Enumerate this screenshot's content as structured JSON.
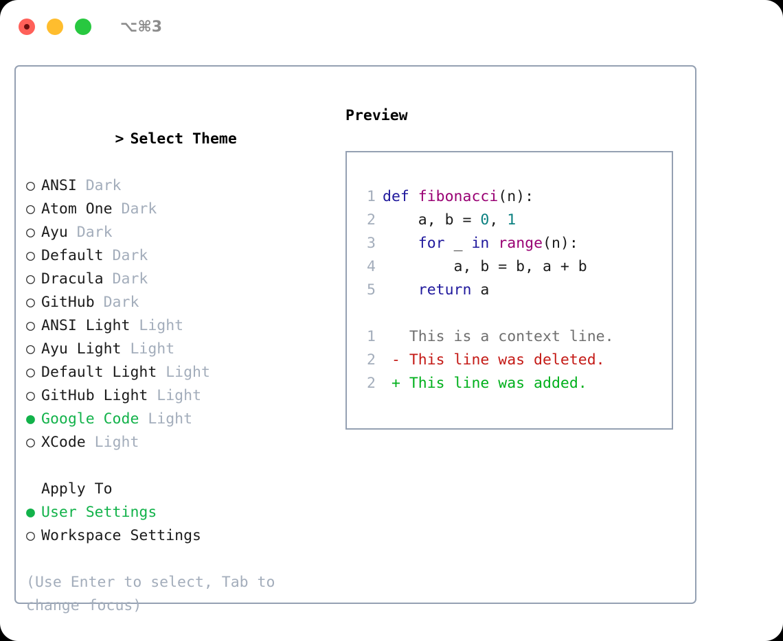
{
  "window": {
    "shortcut_label": "⌥⌘3",
    "traffic_lights": [
      {
        "name": "close",
        "color": "#ff6059"
      },
      {
        "name": "minimize",
        "color": "#ffbd2e"
      },
      {
        "name": "maximize",
        "color": "#28c840"
      }
    ]
  },
  "theme_picker": {
    "heading_prompt": ">",
    "heading": "Select Theme",
    "marker_selected": "●",
    "marker_unselected": "○",
    "accent_color": "#12b24a",
    "muted_color": "#a3adbb",
    "items": [
      {
        "name": "ANSI",
        "variant": "Dark",
        "selected": false
      },
      {
        "name": "Atom One",
        "variant": "Dark",
        "selected": false
      },
      {
        "name": "Ayu",
        "variant": "Dark",
        "selected": false
      },
      {
        "name": "Default",
        "variant": "Dark",
        "selected": false
      },
      {
        "name": "Dracula",
        "variant": "Dark",
        "selected": false
      },
      {
        "name": "GitHub",
        "variant": "Dark",
        "selected": false
      },
      {
        "name": "ANSI Light",
        "variant": "Light",
        "selected": false
      },
      {
        "name": "Ayu Light",
        "variant": "Light",
        "selected": false
      },
      {
        "name": "Default Light",
        "variant": "Light",
        "selected": false
      },
      {
        "name": "GitHub Light",
        "variant": "Light",
        "selected": false
      },
      {
        "name": "Google Code",
        "variant": "Light",
        "selected": true
      },
      {
        "name": "XCode",
        "variant": "Light",
        "selected": false
      }
    ]
  },
  "apply_to": {
    "label": "Apply To",
    "options": [
      {
        "name": "User Settings",
        "selected": true
      },
      {
        "name": "Workspace Settings",
        "selected": false
      }
    ]
  },
  "hint": {
    "text": "(Use Enter to select, Tab to change focus)"
  },
  "preview": {
    "title": "Preview",
    "code_lines": [
      {
        "number": "1",
        "tokens": [
          {
            "text": "def ",
            "kind": "kw"
          },
          {
            "text": "fibonacci",
            "kind": "fn"
          },
          {
            "text": "(n):",
            "kind": "plain"
          }
        ]
      },
      {
        "number": "2",
        "tokens": [
          {
            "text": "    a, b = ",
            "kind": "plain"
          },
          {
            "text": "0",
            "kind": "num"
          },
          {
            "text": ", ",
            "kind": "plain"
          },
          {
            "text": "1",
            "kind": "num"
          }
        ]
      },
      {
        "number": "3",
        "tokens": [
          {
            "text": "    ",
            "kind": "plain"
          },
          {
            "text": "for",
            "kind": "kw"
          },
          {
            "text": " _ ",
            "kind": "plain"
          },
          {
            "text": "in",
            "kind": "kw"
          },
          {
            "text": " ",
            "kind": "plain"
          },
          {
            "text": "range",
            "kind": "fn"
          },
          {
            "text": "(n):",
            "kind": "plain"
          }
        ]
      },
      {
        "number": "4",
        "tokens": [
          {
            "text": "        a, b = b, a + b",
            "kind": "plain"
          }
        ]
      },
      {
        "number": "5",
        "tokens": [
          {
            "text": "    ",
            "kind": "plain"
          },
          {
            "text": "return",
            "kind": "kw"
          },
          {
            "text": " a",
            "kind": "plain"
          }
        ]
      }
    ],
    "diff_lines": [
      {
        "number": "1",
        "marker": " ",
        "text": " This is a context line.",
        "kind": "ctx"
      },
      {
        "number": "2",
        "marker": "-",
        "text": " This line was deleted.",
        "kind": "del"
      },
      {
        "number": "2",
        "marker": "+",
        "text": " This line was added.",
        "kind": "add"
      }
    ]
  }
}
